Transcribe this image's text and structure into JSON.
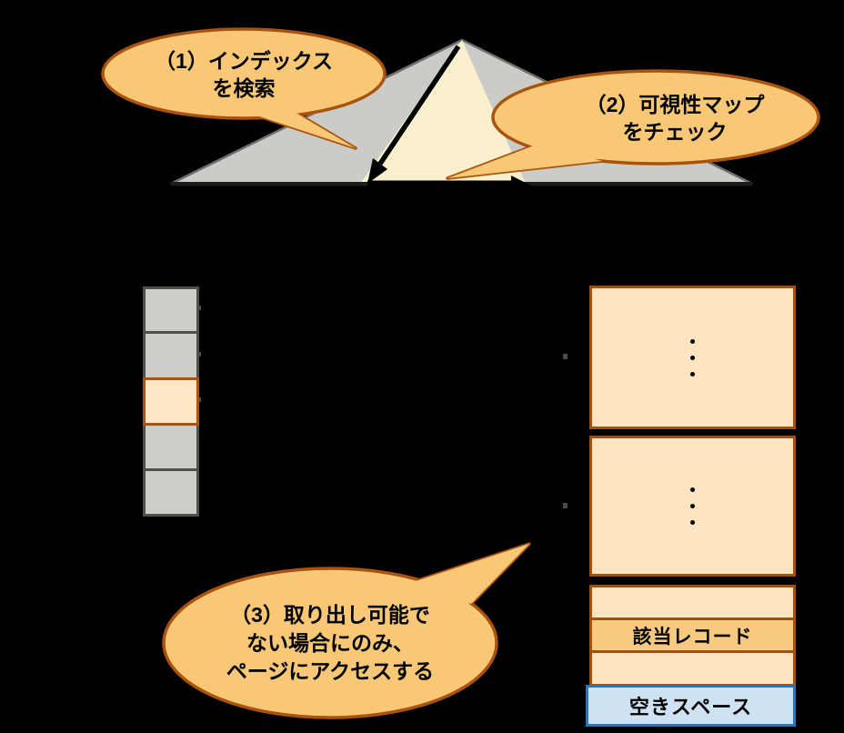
{
  "diagram": {
    "title_hint": "index-only-scan-flow",
    "callouts": {
      "step1": {
        "lines": [
          "（1）インデックス",
          "を検索"
        ]
      },
      "step2": {
        "lines": [
          "（2）可視性マップ",
          "をチェック"
        ]
      },
      "step3": {
        "lines": [
          "（3）取り出し可能で",
          "ない場合にのみ、",
          "ページにアクセスする"
        ]
      }
    },
    "visibility_map": {
      "cell_count": 5,
      "highlighted_cell_index": 2
    },
    "heap_pages": {
      "page_count": 2,
      "ellipsis_icon": "vertical-ellipsis"
    },
    "heap_rows": {
      "record_label": "該当レコード",
      "free_space_label": "空きスペース"
    },
    "colors": {
      "background": "#000000",
      "callout_fill": "#F8C877",
      "callout_border": "#A8540E",
      "pyramid_fill": "#CBCCC8",
      "pyramid_border": "#6E6E6C",
      "inner_triangle_fill": "#FBF0CE",
      "arrow_black": "#000000",
      "vm_cell_fill": "#CCCDC9",
      "vm_cell_border": "#4F4F4C",
      "vm_highlight_fill": "#FCE8C6",
      "vm_highlight_border": "#A8540E",
      "page_fill": "#FDE5C1",
      "page_border": "#A0500F",
      "record_row_fill": "#F8CA81",
      "free_space_fill": "#CFE2F4",
      "free_space_border": "#2E74B5"
    }
  }
}
